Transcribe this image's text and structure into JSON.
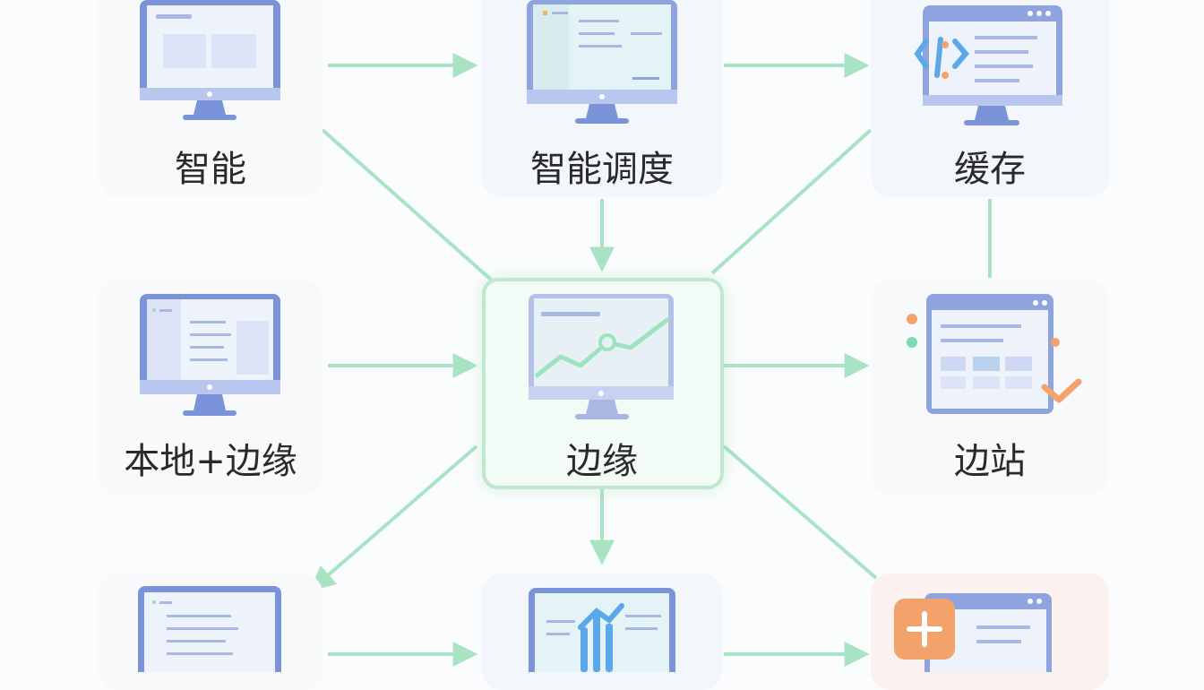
{
  "nodes": {
    "top_left": {
      "label": "智能"
    },
    "top_mid": {
      "label": "智能调度"
    },
    "top_right": {
      "label": "缓存"
    },
    "mid_left": {
      "label": "本地+边缘"
    },
    "center": {
      "label": "边缘"
    },
    "mid_right": {
      "label": "边站"
    }
  },
  "colors": {
    "arrow": "#a8e3c4",
    "monitor_frame": "#7b93d8",
    "screen": "#e9effb",
    "accent_green": "#9ee3bf",
    "accent_orange": "#f4a26b",
    "chart_blue": "#5aa8ea"
  }
}
